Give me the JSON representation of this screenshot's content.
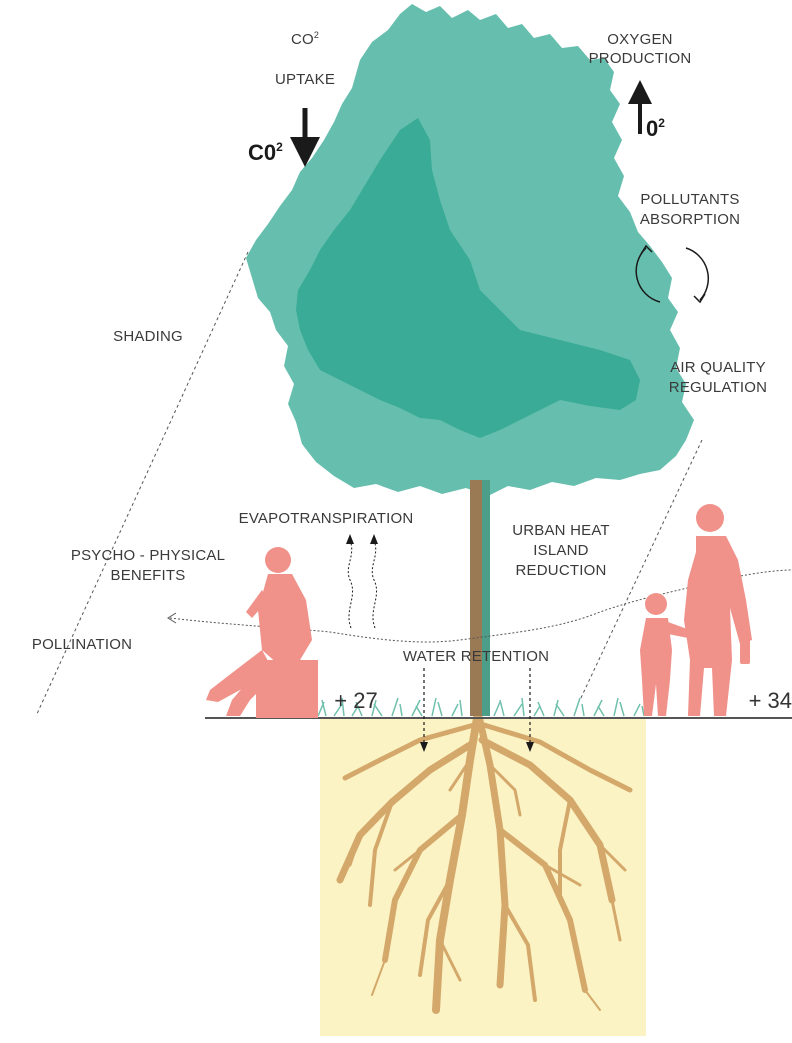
{
  "labels": {
    "co2_uptake_line1": "CO",
    "co2_uptake_sup": "2",
    "co2_uptake_line2": "UPTAKE",
    "co2_symbol": "C0",
    "co2_symbol_sup": "2",
    "oxygen_line1": "OXYGEN",
    "oxygen_line2": "PRODUCTION",
    "o2_symbol": "0",
    "o2_symbol_sup": "2",
    "pollutants_line1": "POLLUTANTS",
    "pollutants_line2": "ABSORPTION",
    "shading": "SHADING",
    "air_quality_line1": "AIR QUALITY",
    "air_quality_line2": "REGULATION",
    "evapotranspiration": "EVAPOTRANSPIRATION",
    "urban_heat_line1": "URBAN HEAT",
    "urban_heat_line2": "ISLAND",
    "urban_heat_line3": "REDUCTION",
    "psycho_line1": "PSYCHO - PHYSICAL",
    "psycho_line2": "BENEFITS",
    "pollination": "POLLINATION",
    "water_retention": "WATER RETENTION",
    "temp_shade": "+ 27",
    "temp_sun": "+ 34"
  },
  "colors": {
    "canopy_light": "#66bfae",
    "canopy_dark": "#3aab96",
    "trunk": "#9a7a55",
    "trunk_shadow": "#4d9e88",
    "roots": "#d4a86a",
    "soil": "#fbf3c4",
    "people": "#f0918a",
    "grass": "#6fc0ac",
    "ground_line": "#555555",
    "text": "#3a3a3a"
  },
  "icons": {
    "co2_arrow": "arrow-down-icon",
    "o2_arrow": "arrow-up-icon",
    "pollutants": "circular-arrows-icon",
    "evaporation": "wavy-arrow-up-icon",
    "water": "dashed-arrow-down-icon"
  }
}
